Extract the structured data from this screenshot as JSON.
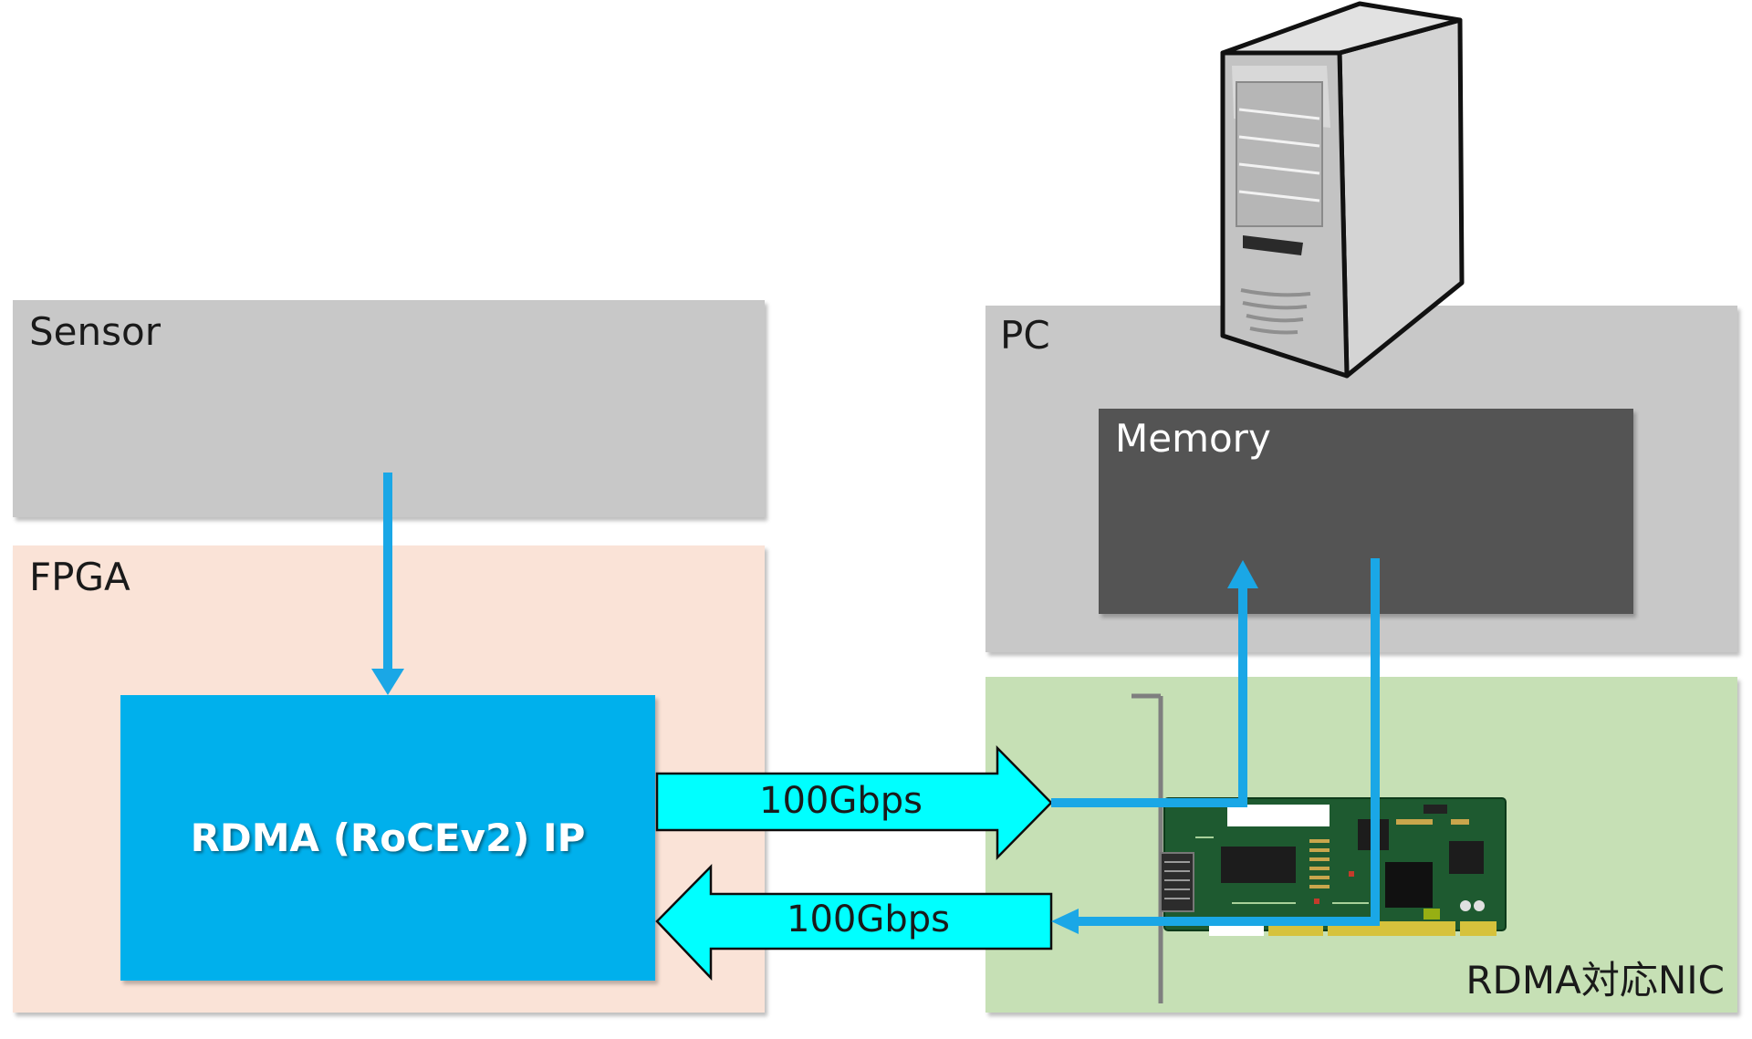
{
  "diagram": {
    "sensor_label": "Sensor",
    "fpga_label": "FPGA",
    "rdma_ip_label": "RDMA (RoCEv2) IP",
    "pc_label": "PC",
    "memory_label": "Memory",
    "nic_label": "RDMA対応NIC",
    "link_tx_label": "100Gbps",
    "link_rx_label": "100Gbps"
  },
  "colors": {
    "flow_line": "#1aa7e6",
    "link_arrow_fill": "#00ffff",
    "rdma_ip": "#00b0ec",
    "gray_box": "#c8c8c8",
    "fpga_box": "#fae3d7",
    "nic_box": "#c6e0b5",
    "memory_box": "#545454"
  },
  "icons": {
    "server": "server-tower-icon",
    "nic": "network-card-icon"
  }
}
